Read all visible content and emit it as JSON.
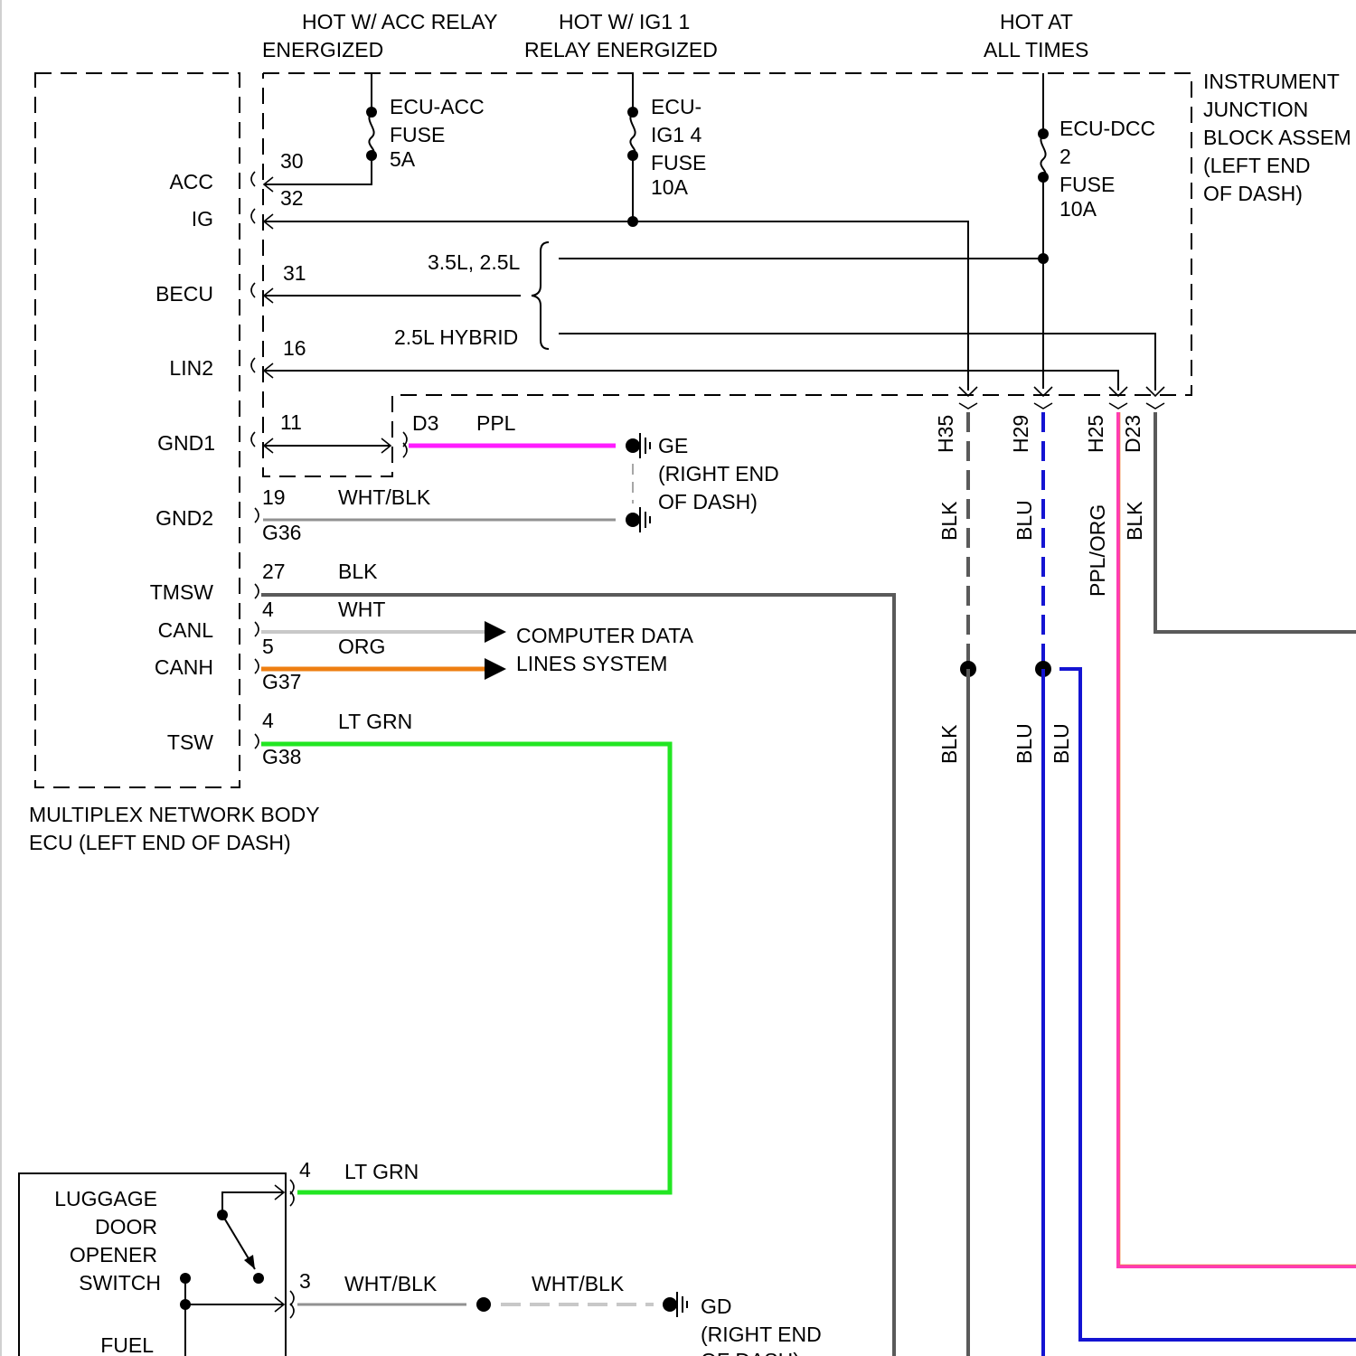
{
  "header": {
    "acc_relay_l1": "HOT W/ ACC RELAY",
    "acc_relay_l2": "ENERGIZED",
    "ig1_relay_l1": "HOT W/ IG1 1",
    "ig1_relay_l2": "RELAY ENERGIZED",
    "hot_times_l1": "HOT AT",
    "hot_times_l2": "ALL TIMES"
  },
  "junction_block": {
    "label_l1": "INSTRUMENT",
    "label_l2": "JUNCTION",
    "label_l3": "BLOCK ASSEM",
    "label_l4": "(LEFT END",
    "label_l5": "OF DASH)"
  },
  "fuses": {
    "acc_l1": "ECU-ACC",
    "acc_l2": "FUSE",
    "acc_l3": "5A",
    "ig1_l1": "ECU-",
    "ig1_l2": "IG1 4",
    "ig1_l3": "FUSE",
    "ig1_l4": "10A",
    "dcc_l1": "ECU-DCC",
    "dcc_l2": "2",
    "dcc_l3": "FUSE",
    "dcc_l4": "10A"
  },
  "engine_variants": {
    "v1": "3.5L, 2.5L",
    "v2": "2.5L HYBRID"
  },
  "ecu": {
    "pins": {
      "acc": "ACC",
      "ig": "IG",
      "becu": "BECU",
      "lin2": "LIN2",
      "gnd1": "GND1",
      "gnd2": "GND2",
      "tmsw": "TMSW",
      "canl": "CANL",
      "canh": "CANH",
      "tsw": "TSW"
    },
    "label_l1": "MULTIPLEX NETWORK BODY",
    "label_l2": "ECU (LEFT END OF DASH)"
  },
  "pin_numbers": {
    "acc": "30",
    "ig": "32",
    "becu": "31",
    "lin2": "16",
    "gnd1": "11",
    "gnd2": "19",
    "tmsw": "27",
    "canl": "4",
    "canh": "5",
    "tsw": "4"
  },
  "connectors": {
    "d3": "D3",
    "g36": "G36",
    "g37": "G37",
    "g38": "G38",
    "h35": "H35",
    "h29": "H29",
    "h25": "H25",
    "d23": "D23"
  },
  "wire_colors": {
    "ppl": "PPL",
    "wht_blk": "WHT/BLK",
    "blk": "BLK",
    "wht": "WHT",
    "org": "ORG",
    "lt_grn": "LT GRN",
    "blu": "BLU",
    "ppl_org": "PPL/ORG"
  },
  "grounds": {
    "ge_l1": "GE",
    "ge_l2": "(RIGHT END",
    "ge_l3": "OF DASH)",
    "gd_l1": "GD",
    "gd_l2": "(RIGHT END",
    "gd_l3": "OF DASH)"
  },
  "data_lines": {
    "l1": "COMPUTER DATA",
    "l2": "LINES SYSTEM"
  },
  "luggage_switch": {
    "l1": "LUGGAGE",
    "l2": "DOOR",
    "l3": "OPENER",
    "l4": "SWITCH",
    "pin_a": "4",
    "pin_b": "3",
    "fuel": "FUEL"
  },
  "colors": {
    "ppl": "#ff1cff",
    "org": "#ee7f12",
    "lt_grn": "#22e622",
    "blu": "#1414d2",
    "ppl_org": "#ff3cb4",
    "blk": "#5a5a5a",
    "wht": "#c8c8c8"
  }
}
